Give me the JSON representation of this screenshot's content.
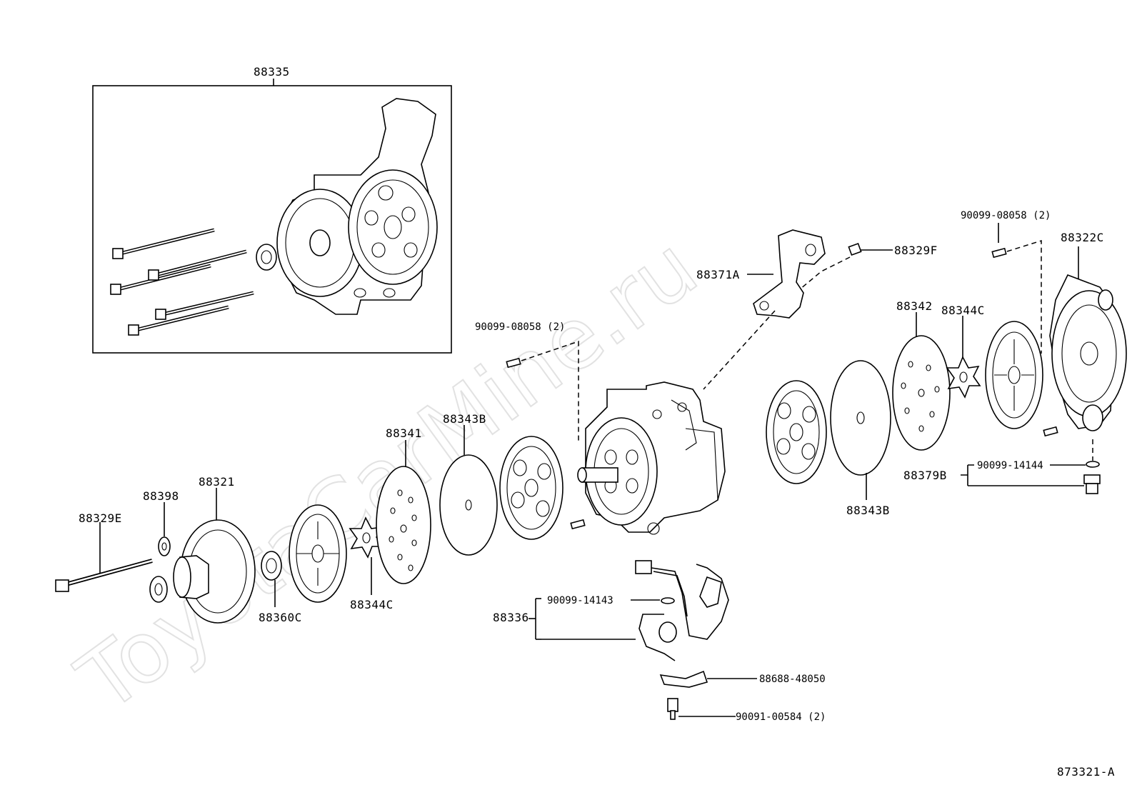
{
  "watermark": "ToyotaCarMine.ru",
  "diagram_code": "873321-A",
  "parts": {
    "p88335": "88335",
    "p88329e": "88329E",
    "p88398": "88398",
    "p88321": "88321",
    "p88360c": "88360C",
    "p88344c_left": "88344C",
    "p88341": "88341",
    "p88343b_left": "88343B",
    "p90099_08058_left": "90099-08058 (2)",
    "p88371a": "88371A",
    "p88329f": "88329F",
    "p90099_08058_right": "90099-08058 (2)",
    "p88322c": "88322C",
    "p88342": "88342",
    "p88344c_right": "88344C",
    "p88343b_right": "88343B",
    "p88379b": "88379B",
    "p90099_14144": "90099-14144",
    "p88336": "88336",
    "p90099_14143": "90099-14143",
    "p88688_48050": "88688-48050",
    "p90091_00584": "90091-00584 (2)"
  }
}
